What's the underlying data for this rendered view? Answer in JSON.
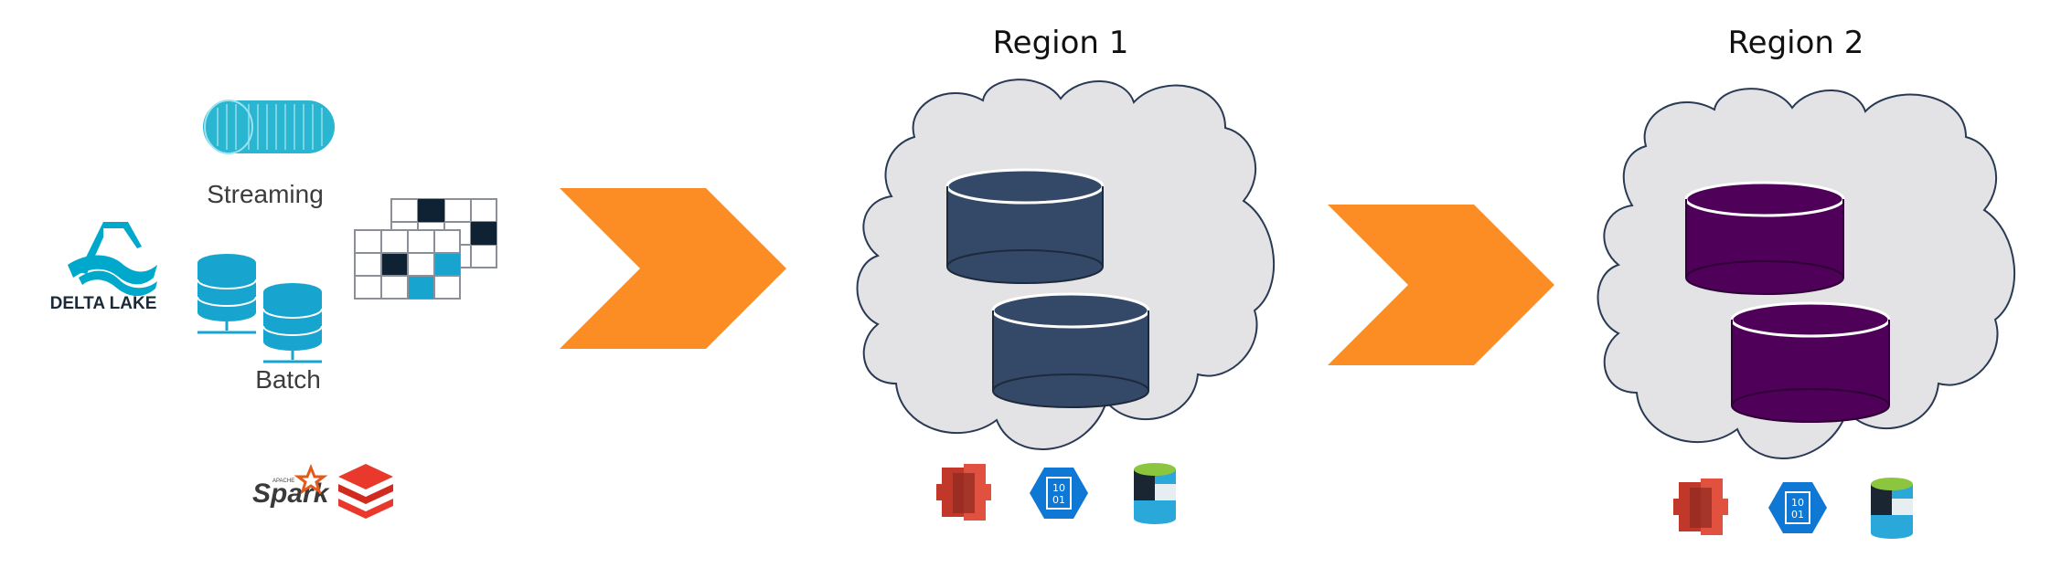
{
  "source": {
    "logo_text": "DELTA LAKE",
    "streaming_label": "Streaming",
    "batch_label": "Batch",
    "spark_text": "Spark",
    "spark_apache_text": "APACHE"
  },
  "regions": [
    {
      "title": "Region 1",
      "db_color": "#344967"
    },
    {
      "title": "Region 2",
      "db_color": "#4f0059"
    }
  ],
  "storage_icons": {
    "blob_text_top": "10",
    "blob_text_bottom": "01"
  },
  "colors": {
    "arrow": "#fb8d24",
    "cloud_fill": "#e3e2e4",
    "cloud_stroke": "#2a3a55",
    "delta": "#00a8cc",
    "streaming": "#2ab5d1",
    "grid_dark": "#0e2233",
    "grid_blue": "#17a4cf"
  }
}
